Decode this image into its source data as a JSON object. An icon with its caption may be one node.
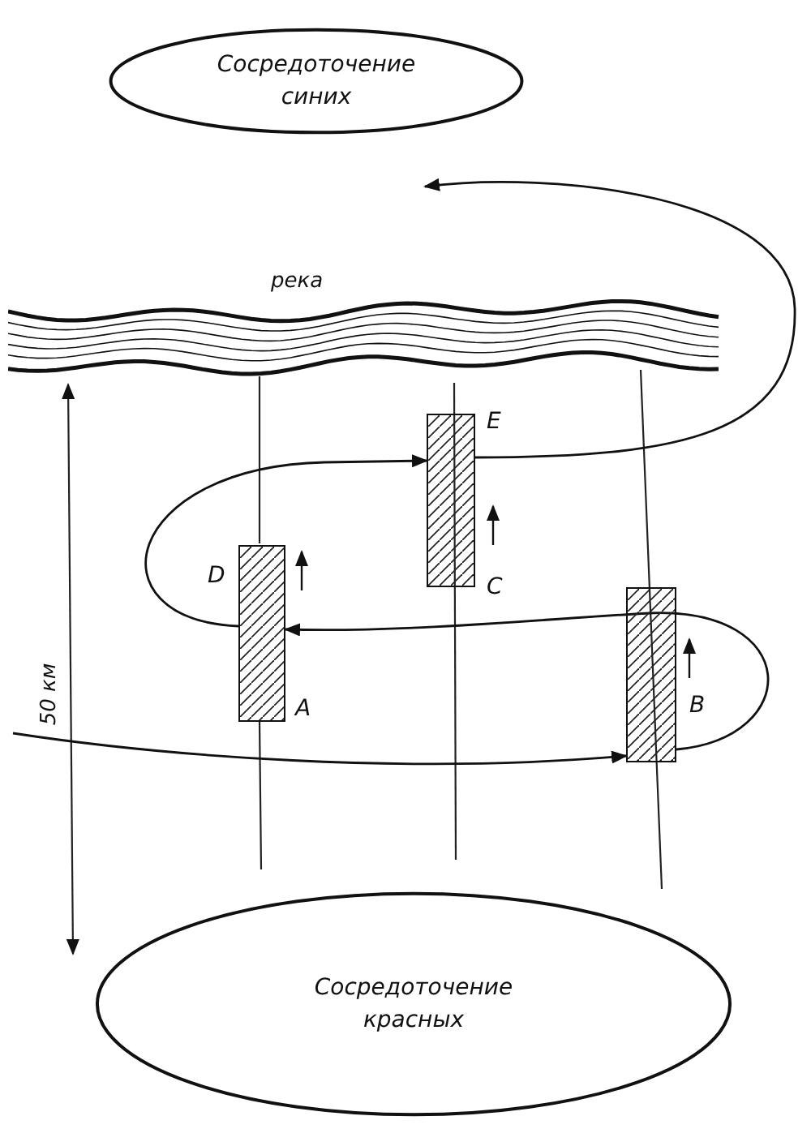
{
  "diagram": {
    "nodes": [
      {
        "text": [
          "Сосредоточение синих"
        ]
      },
      {
        "text": [
          "река"
        ]
      },
      {
        "text": [],
        "shape": "box",
        "beside": [
          "E",
          "C"
        ]
      },
      {
        "text": [],
        "shape": "box",
        "beside": [
          "D",
          "A"
        ]
      },
      {
        "text": [],
        "shape": "box",
        "beside": [
          "B"
        ]
      },
      {
        "text": [
          "Сосредоточение красных"
        ]
      }
    ],
    "edges": [
      {
        "from": null,
        "to": 4,
        "arrow": "to"
      },
      {
        "from": 4,
        "to": 3,
        "arrow": "to"
      },
      {
        "from": 3,
        "to": 2,
        "arrow": "to"
      },
      {
        "from": 2,
        "to": null,
        "arrow": "to"
      }
    ],
    "labels": [
      "50 км"
    ]
  }
}
